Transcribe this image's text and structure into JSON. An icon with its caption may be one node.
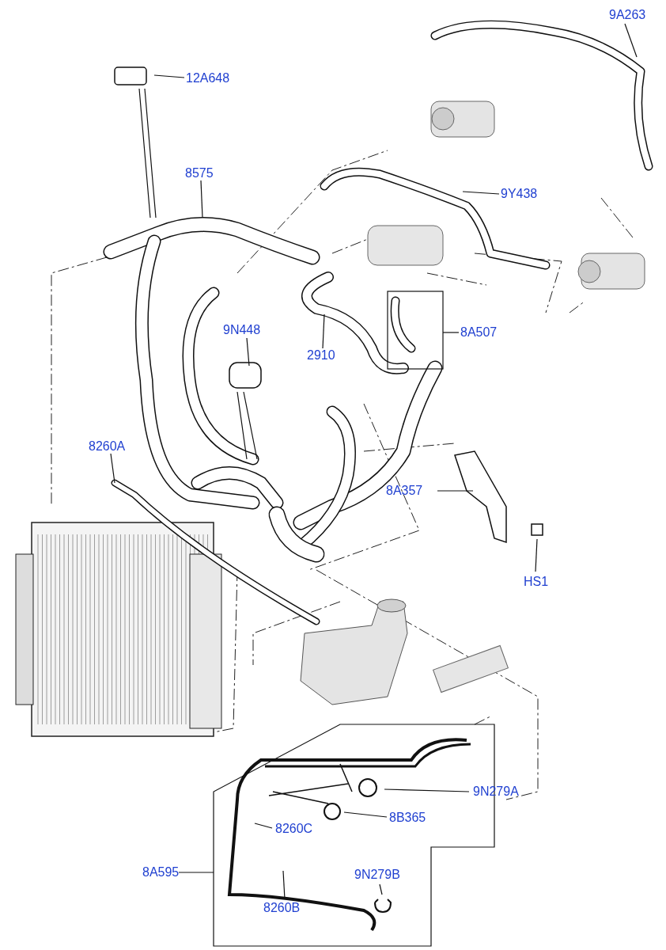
{
  "diagram": {
    "nodes": [
      {
        "text": [
          "12A648"
        ]
      },
      {
        "text": [
          "8575"
        ]
      },
      {
        "text": [
          "9A263"
        ]
      },
      {
        "text": [
          "9Y438"
        ]
      },
      {
        "text": [
          "9N448"
        ]
      },
      {
        "text": [
          "2910"
        ]
      },
      {
        "text": [
          "8A507"
        ]
      },
      {
        "text": [
          "8260A"
        ]
      },
      {
        "text": [
          "8A357"
        ]
      },
      {
        "text": [
          "HS1"
        ]
      },
      {
        "text": [
          "9N279A"
        ]
      },
      {
        "text": [
          "8B365"
        ]
      },
      {
        "text": [
          "8260C"
        ]
      },
      {
        "text": [
          "8A595"
        ]
      },
      {
        "text": [
          "8260B"
        ]
      },
      {
        "text": [
          "9N279B"
        ]
      }
    ],
    "edges": [
      {
        "from": 0,
        "to": null,
        "arrow": "none"
      },
      {
        "from": 1,
        "to": null,
        "arrow": "none"
      },
      {
        "from": 2,
        "to": null,
        "arrow": "none"
      },
      {
        "from": 3,
        "to": null,
        "arrow": "none"
      },
      {
        "from": 4,
        "to": null,
        "arrow": "none"
      },
      {
        "from": 5,
        "to": null,
        "arrow": "none"
      },
      {
        "from": 6,
        "to": null,
        "arrow": "none"
      },
      {
        "from": 7,
        "to": null,
        "arrow": "none"
      },
      {
        "from": 8,
        "to": null,
        "arrow": "none"
      },
      {
        "from": 9,
        "to": null,
        "arrow": "none"
      },
      {
        "from": 10,
        "to": null,
        "arrow": "none"
      },
      {
        "from": 11,
        "to": null,
        "arrow": "none"
      },
      {
        "from": 12,
        "to": null,
        "arrow": "none"
      },
      {
        "from": 13,
        "to": null,
        "arrow": "none"
      },
      {
        "from": 14,
        "to": null,
        "arrow": "none"
      },
      {
        "from": 15,
        "to": null,
        "arrow": "none"
      }
    ]
  }
}
